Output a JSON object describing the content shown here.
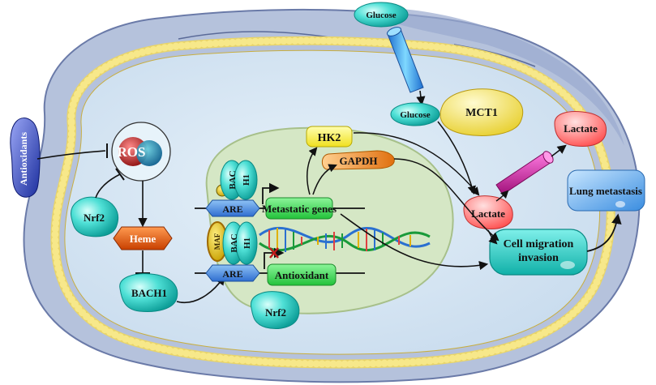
{
  "labels": {
    "glucose_outside": "Glucose",
    "glucose_inside": "Glucose",
    "mct1": "MCT1",
    "lactate_outside": "Lactate",
    "lactate_inside": "Lactate",
    "lung_metastasis": "Lung metastasis",
    "cell_migration_line1": "Cell migration",
    "cell_migration_line2": "invasion",
    "hk2": "HK2",
    "gapdh": "GAPDH",
    "antioxidants": "Antioxidants",
    "ros": "ROS",
    "nrf2_left": "Nrf2",
    "nrf2_bottom": "Nrf2",
    "heme": "Heme",
    "bach1": "BACH1",
    "bach1_upper_a": "BAC",
    "bach1_upper_b": "H1",
    "bach1_lower_a": "BAC",
    "bach1_lower_b": "H1",
    "maf": "MAF",
    "are_upper": "ARE",
    "are_lower": "ARE",
    "metastatic_genes": "Metastatic genes",
    "antioxidant": "Antioxidant"
  },
  "colors": {
    "cell_outer": "#b7c3dc",
    "cytoplasm": "#d6e6f3",
    "nucleus": "#d7e8c8",
    "membrane_dots": "#f3e07a",
    "teal": "#33d0c8",
    "green_box": "#44dd55",
    "hk2": "#ffff44",
    "gapdh": "#f5a030",
    "heme": "#e85a10",
    "lactate": "#ff7070",
    "lung": "#6ab0f0",
    "mct1": "#f5e25a",
    "are": "#4a90e0"
  },
  "icons": [
    "glucose-transporter-channel",
    "lactate-transporter-channel",
    "dna-helix-icon",
    "inhibition-x-icon"
  ]
}
